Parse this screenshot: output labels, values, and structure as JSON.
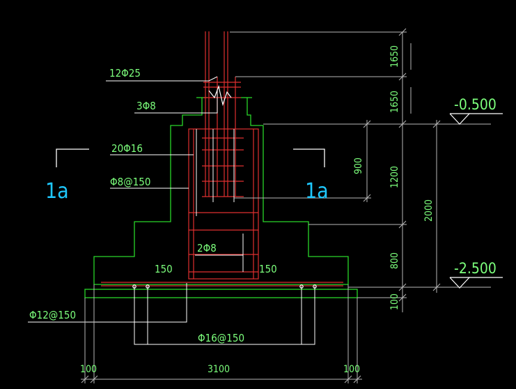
{
  "colors": {
    "background": "#000000",
    "outline": "#29D629",
    "rebar": "#E03030",
    "leader": "#FFFFFF",
    "dimension": "#B8B8B8",
    "text": "#7CFF7C",
    "section_mark": "#1EC8FF"
  },
  "rebar_labels": {
    "main_bars": "12Φ25",
    "stirrup_top": "3Φ8",
    "pedestal_bars": "20Φ16",
    "pedestal_stirrup": "Φ8@150",
    "ties": "2Φ8",
    "cover_left": "150",
    "cover_right": "150",
    "bottom_bars_a": "Φ12@150",
    "bottom_bars_b": "Φ16@150"
  },
  "section_marks": {
    "left": "1a",
    "right": "1a"
  },
  "dimensions": {
    "bottom_left": "100",
    "bottom_width": "3100",
    "bottom_right": "100",
    "right_1650_upper": "1650",
    "right_1650_lower": "1650",
    "right_900": "900",
    "right_1200": "1200",
    "right_800": "800",
    "right_100": "100",
    "right_2000": "2000"
  },
  "elevations": {
    "top": "-0.500",
    "bottom": "-2.500"
  }
}
